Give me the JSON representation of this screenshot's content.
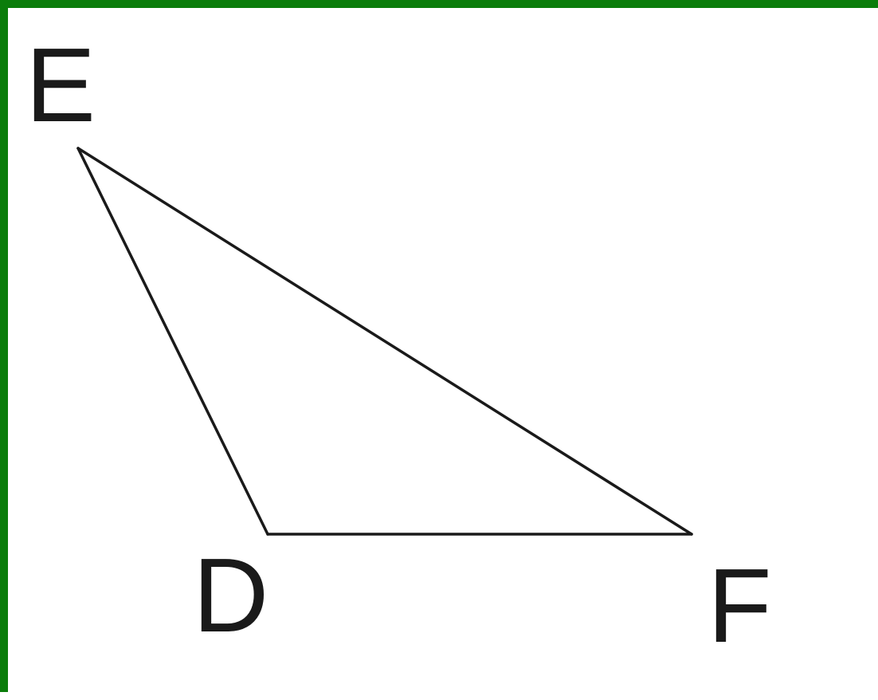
{
  "figure": {
    "vertices": [
      {
        "id": "E",
        "label": "E"
      },
      {
        "id": "D",
        "label": "D"
      },
      {
        "id": "F",
        "label": "F"
      }
    ],
    "edges": [
      {
        "from": "E",
        "to": "D"
      },
      {
        "from": "D",
        "to": "F"
      },
      {
        "from": "F",
        "to": "E"
      }
    ]
  },
  "colors": {
    "frame": "#0b7d0b",
    "background": "#ffffff",
    "line": "#1a1a1a",
    "label": "#1a1a1a"
  }
}
